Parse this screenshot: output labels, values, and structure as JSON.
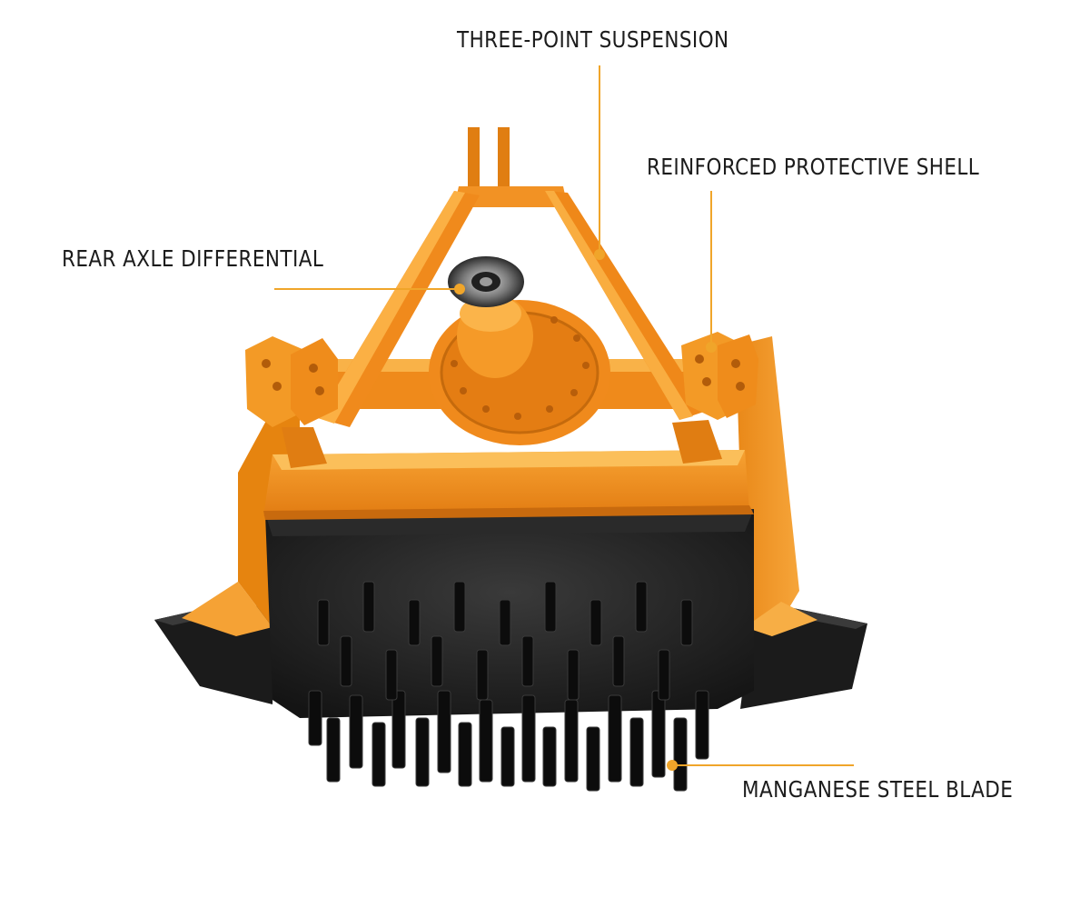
{
  "callouts": {
    "three_point_suspension": "THREE-POINT SUSPENSION",
    "reinforced_protective_shell": "REINFORCED PROTECTIVE SHELL",
    "rear_axle_differential": "REAR AXLE DIFFERENTIAL",
    "manganese_steel_blade": "MANGANESE STEEL BLADE"
  },
  "colors": {
    "callout_line": "#f0a52a",
    "callout_dot": "#f0a52a",
    "machine_body": "#f08a1c",
    "machine_shadow": "#c8690e",
    "machine_highlight": "#fbb044",
    "rotor": "#1e1e1e",
    "teeth": "#101010",
    "label_text": "#1c1c1c"
  }
}
